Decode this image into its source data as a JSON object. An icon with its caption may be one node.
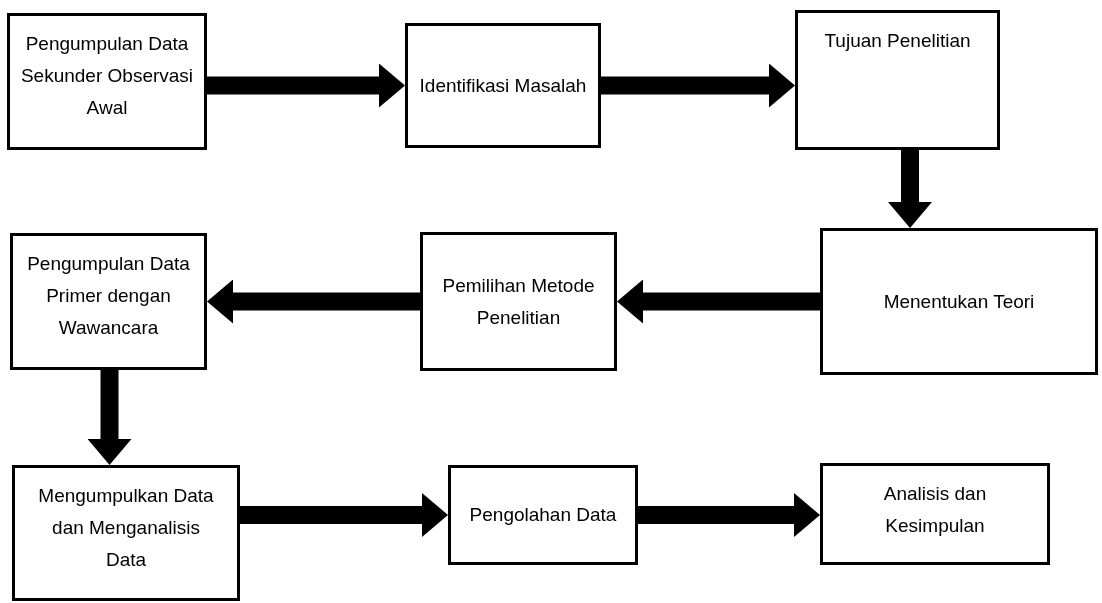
{
  "diagram": {
    "nodes": [
      {
        "text": [
          "Pengumpulan Data Sekunder Observasi Awal"
        ]
      },
      {
        "text": [
          "Identifikasi Masalah"
        ]
      },
      {
        "text": [
          "Tujuan Penelitian"
        ]
      },
      {
        "text": [
          "Menentukan Teori"
        ]
      },
      {
        "text": [
          "Pemilihan Metode Penelitian"
        ]
      },
      {
        "text": [
          "Pengumpulan Data Primer dengan Wawancara"
        ]
      },
      {
        "text": [
          "Mengumpulkan Data dan Menganalisis Data"
        ]
      },
      {
        "text": [
          "Pengolahan Data"
        ]
      },
      {
        "text": [
          "Analisis dan Kesimpulan"
        ]
      }
    ],
    "edges": [
      {
        "from": 0,
        "to": 1,
        "arrow": "to"
      },
      {
        "from": 1,
        "to": 2,
        "arrow": "to"
      },
      {
        "from": 2,
        "to": 3,
        "arrow": "to"
      },
      {
        "from": 3,
        "to": 4,
        "arrow": "to"
      },
      {
        "from": 4,
        "to": 5,
        "arrow": "to"
      },
      {
        "from": 5,
        "to": 6,
        "arrow": "to"
      },
      {
        "from": 6,
        "to": 7,
        "arrow": "to"
      },
      {
        "from": 7,
        "to": 8,
        "arrow": "to"
      }
    ]
  }
}
